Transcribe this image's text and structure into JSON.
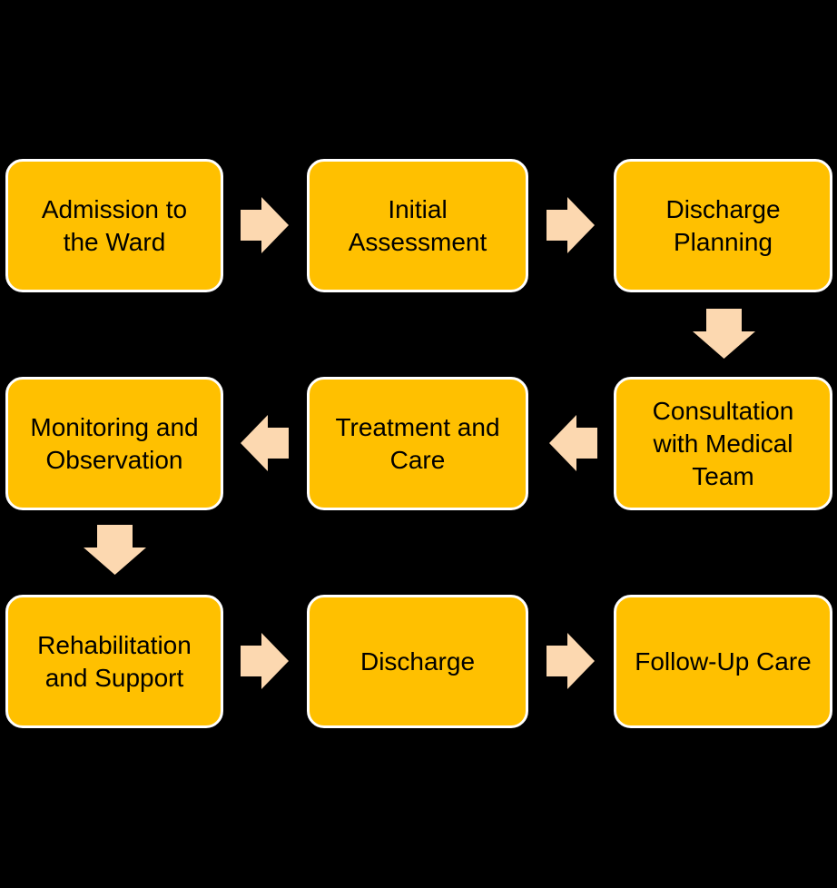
{
  "diagram": {
    "type": "flowchart",
    "colors": {
      "background": "#000000",
      "box_fill": "#FFC000",
      "box_border": "#FFFFFF",
      "arrow_fill": "#FCD8B0",
      "text": "#000000"
    },
    "steps": [
      {
        "label": "Admission to\nthe Ward"
      },
      {
        "label": "Initial\nAssessment"
      },
      {
        "label": "Discharge\nPlanning"
      },
      {
        "label": "Consultation\nwith Medical\nTeam"
      },
      {
        "label": "Treatment and\nCare"
      },
      {
        "label": "Monitoring and\nObservation"
      },
      {
        "label": "Rehabilitation\nand Support"
      },
      {
        "label": "Discharge"
      },
      {
        "label": "Follow-Up Care"
      }
    ],
    "arrows": [
      {
        "direction": "right",
        "from": "Admission to the Ward",
        "to": "Initial Assessment"
      },
      {
        "direction": "right",
        "from": "Initial Assessment",
        "to": "Discharge Planning"
      },
      {
        "direction": "down",
        "from": "Discharge Planning",
        "to": "Consultation with Medical Team"
      },
      {
        "direction": "left",
        "from": "Consultation with Medical Team",
        "to": "Treatment and Care"
      },
      {
        "direction": "left",
        "from": "Treatment and Care",
        "to": "Monitoring and Observation"
      },
      {
        "direction": "down",
        "from": "Monitoring and Observation",
        "to": "Rehabilitation and Support"
      },
      {
        "direction": "right",
        "from": "Rehabilitation and Support",
        "to": "Discharge"
      },
      {
        "direction": "right",
        "from": "Discharge",
        "to": "Follow-Up Care"
      }
    ]
  }
}
